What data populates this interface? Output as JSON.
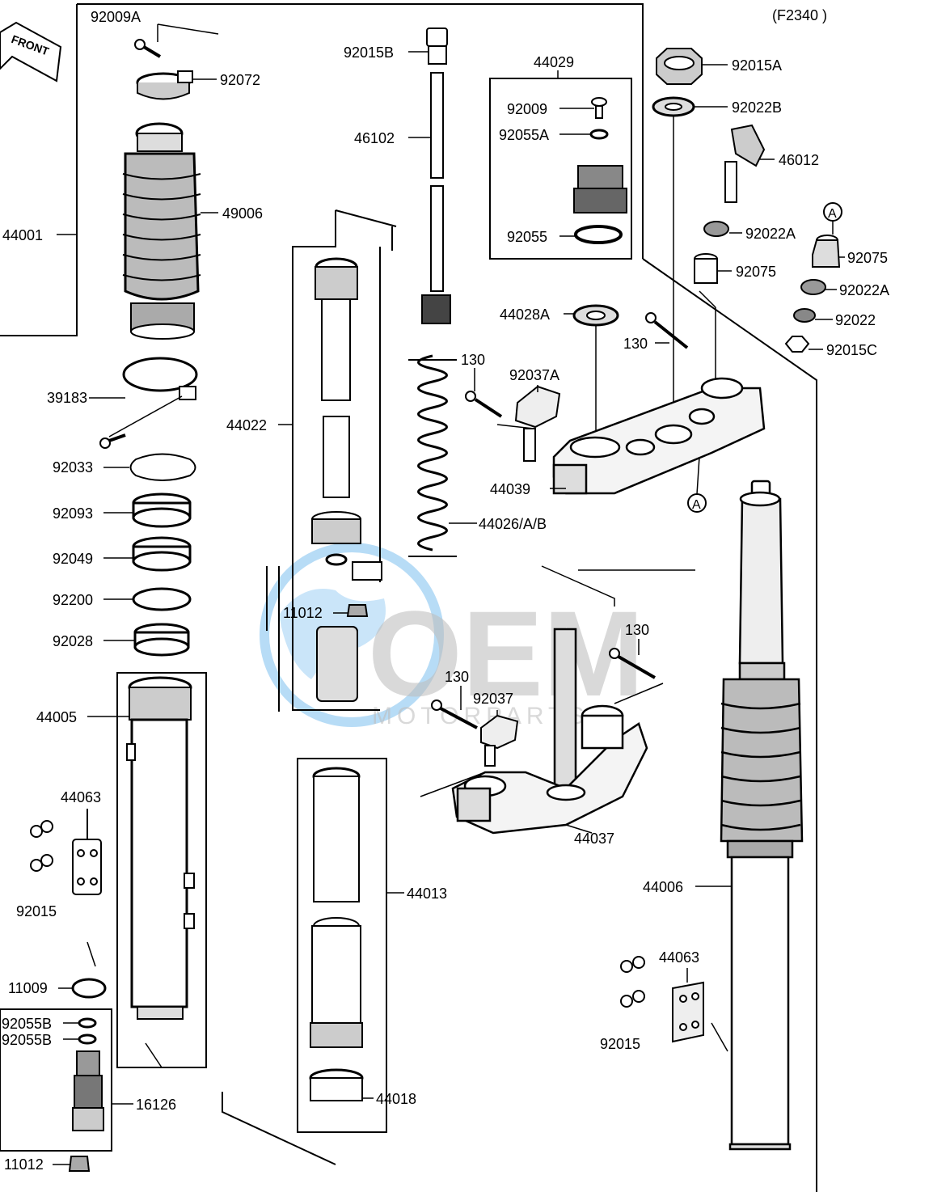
{
  "header": {
    "code": "(F2340 )"
  },
  "front_sign": "FRONT",
  "watermark": {
    "brand": "OEM",
    "sub": "MOTORPARTS"
  },
  "accent": "#5aa9e6",
  "parts": {
    "p92009A": "92009A",
    "p92072": "92072",
    "p49006": "49006",
    "p44001": "44001",
    "p39183": "39183",
    "p92033": "92033",
    "p92093": "92093",
    "p92049": "92049",
    "p92200": "92200",
    "p92028": "92028",
    "p44005": "44005",
    "p44063a": "44063",
    "p92015a": "92015",
    "p11009": "11009",
    "p92055B1": "92055B",
    "p92055B2": "92055B",
    "p16126": "16126",
    "p11012a": "11012",
    "p92015B": "92015B",
    "p46102": "46102",
    "p44029": "44029",
    "p92009": "92009",
    "p92055A": "92055A",
    "p92055": "92055",
    "p44022": "44022",
    "p44026": "44026/A/B",
    "p11012b": "11012",
    "p44013": "44013",
    "p44018": "44018",
    "p92015A": "92015A",
    "p92022B": "92022B",
    "p46012": "46012",
    "p92022A1": "92022A",
    "p92075a": "92075",
    "p92075b": "92075",
    "p92022A2": "92022A",
    "p92022": "92022",
    "p92015C": "92015C",
    "p44028A": "44028A",
    "p130a": "130",
    "p130b": "130",
    "p92037A": "92037A",
    "p44039": "44039",
    "p130c": "130",
    "p130d": "130",
    "p92037": "92037",
    "p44037": "44037",
    "p44006": "44006",
    "p44063b": "44063",
    "p92015b": "92015",
    "markerA1": "A",
    "markerA2": "A"
  }
}
